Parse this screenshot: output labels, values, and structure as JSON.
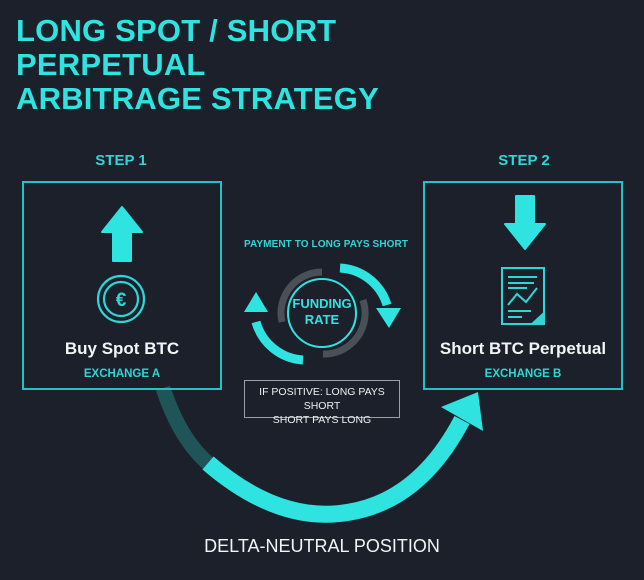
{
  "title": {
    "line1": "LONG SPOT / SHORT",
    "line2": "PERPETUAL",
    "line3": "ARBITRAGE STRATEGY"
  },
  "step1": {
    "label": "STEP 1",
    "action": "Buy Spot BTC",
    "exchange": "EXCHANGE A",
    "arrow_icon": "arrow-up-icon",
    "icon": "coin-icon"
  },
  "step2": {
    "label": "STEP 2",
    "action": "Short BTC Perpetual",
    "exchange": "EXCHANGE B",
    "arrow_icon": "arrow-down-icon",
    "icon": "contract-document-icon"
  },
  "funding": {
    "top_label": "PAYMENT TO LONG PAYS SHORT",
    "center_line1": "FUNDING",
    "center_line2": "RATE",
    "note_line1": "IF POSITIVE: LONG PAYS SHORT",
    "note_line2": "SHORT PAYS LONG"
  },
  "footer": {
    "label": "DELTA-NEUTRAL POSITION"
  },
  "colors": {
    "background": "#1b202b",
    "accent": "#2fe3e0",
    "box_border": "#22c3c6",
    "text_light": "#f2f4f5",
    "muted_ring": "#4a5058"
  }
}
